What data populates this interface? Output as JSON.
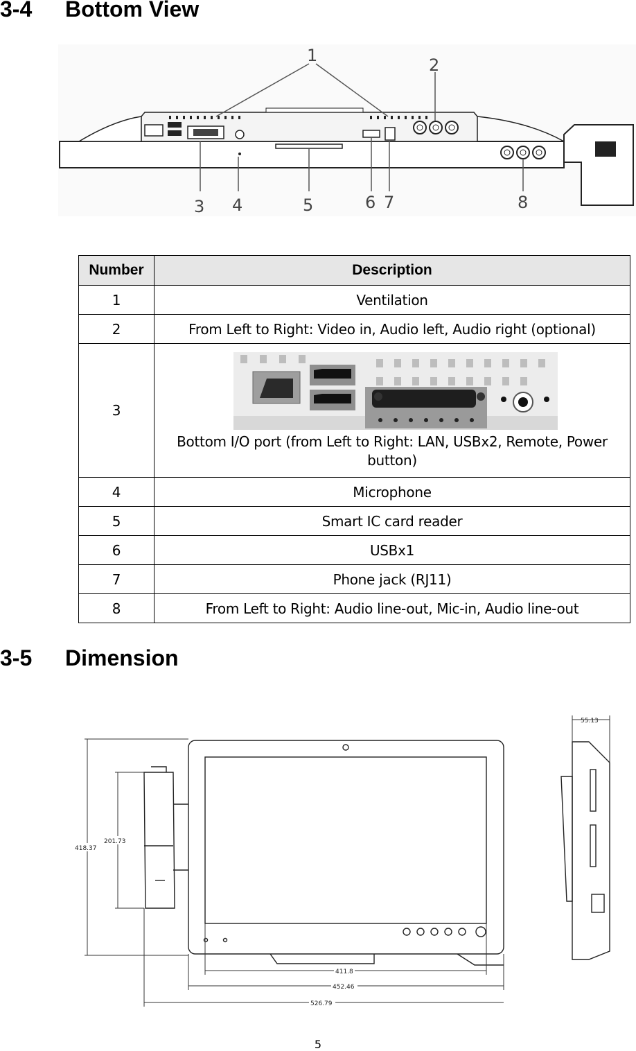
{
  "sections": {
    "bottom_view": {
      "number": "3-4",
      "title": "Bottom View"
    },
    "dimension": {
      "number": "3-5",
      "title": "Dimension"
    }
  },
  "figure_bottom_view": {
    "callouts": [
      "1",
      "2",
      "3",
      "4",
      "5",
      "6",
      "7",
      "8"
    ]
  },
  "table": {
    "headers": {
      "number": "Number",
      "description": "Description"
    },
    "rows": [
      {
        "number": "1",
        "description": "Ventilation"
      },
      {
        "number": "2",
        "description": "From Left to Right: Video in, Audio left, Audio right (optional)"
      },
      {
        "number": "3",
        "description": "Bottom I/O port (from Left to Right: LAN, USBx2, Remote, Power button)"
      },
      {
        "number": "4",
        "description": "Microphone"
      },
      {
        "number": "5",
        "description": "Smart IC card reader"
      },
      {
        "number": "6",
        "description": "USBx1"
      },
      {
        "number": "7",
        "description": "Phone jack (RJ11)"
      },
      {
        "number": "8",
        "description": "From Left to Right: Audio line-out, Mic-in, Audio line-out"
      }
    ]
  },
  "figure_dimension": {
    "labels": {
      "height_total": "418.37",
      "height_reader": "201.73",
      "depth": "55.13",
      "width_screen": "411.8",
      "width_body": "452.46",
      "width_total": "526.79"
    }
  },
  "page_number": "5"
}
